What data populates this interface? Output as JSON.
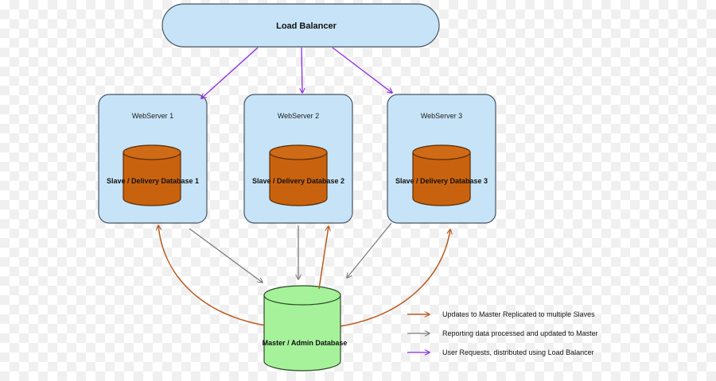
{
  "colors": {
    "server_fill": "#c6e3f7",
    "server_stroke": "#4a5560",
    "slave_db_fill": "#c9620e",
    "slave_db_top": "#cf6a16",
    "slave_db_stroke": "#5a2c06",
    "master_db_fill": "#a6f29a",
    "master_db_stroke": "#2f4a2a",
    "replication_arrow": "#b85a1e",
    "reporting_arrow": "#7d7d7d",
    "request_arrow": "#8a2be2"
  },
  "load_balancer": {
    "label": "Load Balancer"
  },
  "webservers": [
    {
      "label": "WebServer 1",
      "db_label": "Slave / Delivery Database 1"
    },
    {
      "label": "WebServer 2",
      "db_label": "Slave / Delivery Database 2"
    },
    {
      "label": "WebServer 3",
      "db_label": "Slave / Delivery Database 3"
    }
  ],
  "master_db": {
    "label": "Master / Admin Database"
  },
  "legend": [
    {
      "kind": "replication",
      "text": "Updates to Master Replicated to multiple Slaves"
    },
    {
      "kind": "reporting",
      "text": "Reporting data processed and updated to Master"
    },
    {
      "kind": "request",
      "text": "User Requests, distributed using Load Balancer"
    }
  ]
}
